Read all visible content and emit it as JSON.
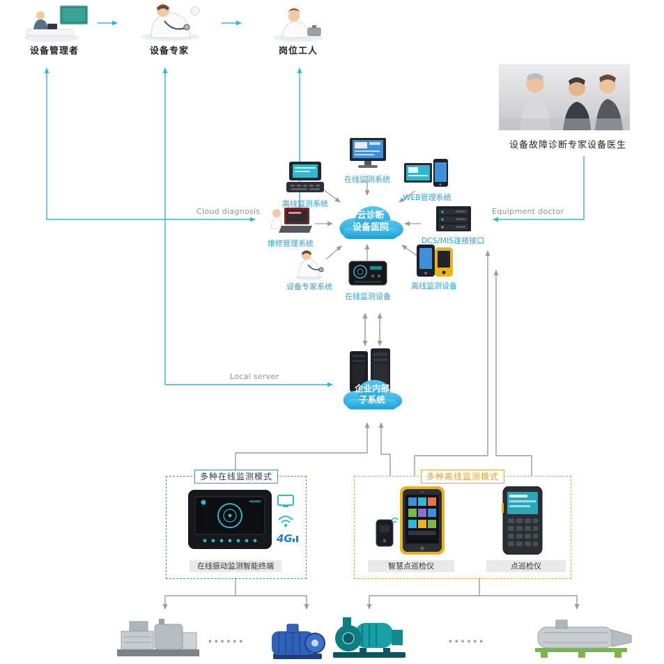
{
  "actors": [
    {
      "label": "设备管理者",
      "icon": "manager-illustration"
    },
    {
      "label": "设备专家",
      "icon": "doctor-expert-illustration"
    },
    {
      "label": "岗位工人",
      "icon": "worker-illustration"
    }
  ],
  "expert_photo": {
    "label": "设备故障诊断专家设备医生",
    "icon": "experts-photo"
  },
  "flow_labels": {
    "cloud_diagnosis": "Cloud diagnosis",
    "equipment_doctor": "Equipment doctor",
    "local_server": "Local server"
  },
  "cloud_hub": {
    "line1": "云诊断",
    "line2": "设备医院"
  },
  "enterprise_cloud": {
    "line1": "企业内部",
    "line2": "子系统"
  },
  "hub_systems": [
    {
      "label": "离线监测系统",
      "icon": "offline-analyzer-icon"
    },
    {
      "label": "在线监测系统",
      "icon": "monitor-icon"
    },
    {
      "label": "WEB管理系统",
      "icon": "laptop-phone-icon"
    },
    {
      "label": "维修管理系统",
      "icon": "repair-laptop-icon"
    },
    {
      "label": "DCS/MIS连接接口",
      "icon": "server-rack-icon"
    },
    {
      "label": "设备专家系统",
      "icon": "doctor-figure-icon"
    },
    {
      "label": "在线监测设备",
      "icon": "instrument-box-icon"
    },
    {
      "label": "离线监测设备",
      "icon": "rugged-handheld-icon"
    }
  ],
  "online_box": {
    "title": "多种在线监测模式",
    "device_label": "在线振动监测智能终端",
    "badge_4g": "4G",
    "icons": [
      "screen-icon",
      "wifi-icon",
      "4g-icon"
    ]
  },
  "offline_box": {
    "title": "多种离线监测模式",
    "device_labels": [
      "智慧点巡检仪",
      "点巡检仪"
    ],
    "icons": [
      "wireless-sensor-icon",
      "rugged-smartphone-icon",
      "keypad-handheld-icon"
    ]
  },
  "ellipsis_left": "......",
  "ellipsis_right": "......",
  "machines": [
    "steam-turbine",
    "electric-motor",
    "water-pump",
    "decanter-centrifuge"
  ],
  "colors": {
    "cyan_arrow": "#35b4d5",
    "gray_arrow": "#9b9b9b",
    "cloud_blue_top": "#54c6ee",
    "cloud_blue_bottom": "#189fd9",
    "hub_label_blue": "#29a3d7",
    "online_border_blue": "#4a90c4",
    "offline_border_orange": "#f0a33c"
  }
}
